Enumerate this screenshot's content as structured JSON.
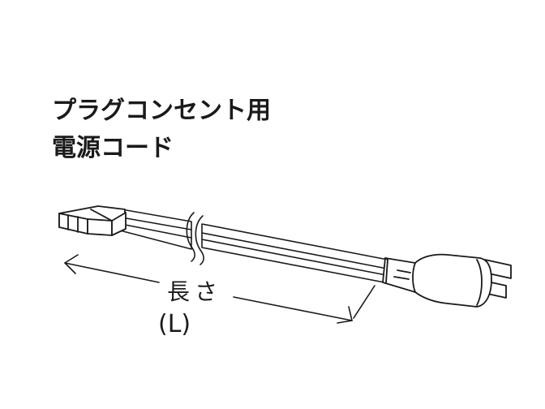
{
  "title": {
    "line1": "プラグコンセント用",
    "line2": "電源コード"
  },
  "dimension": {
    "length_label": "長さ",
    "symbol": "(L)"
  },
  "colors": {
    "ink": "#1a1a1a",
    "background": "#ffffff"
  }
}
